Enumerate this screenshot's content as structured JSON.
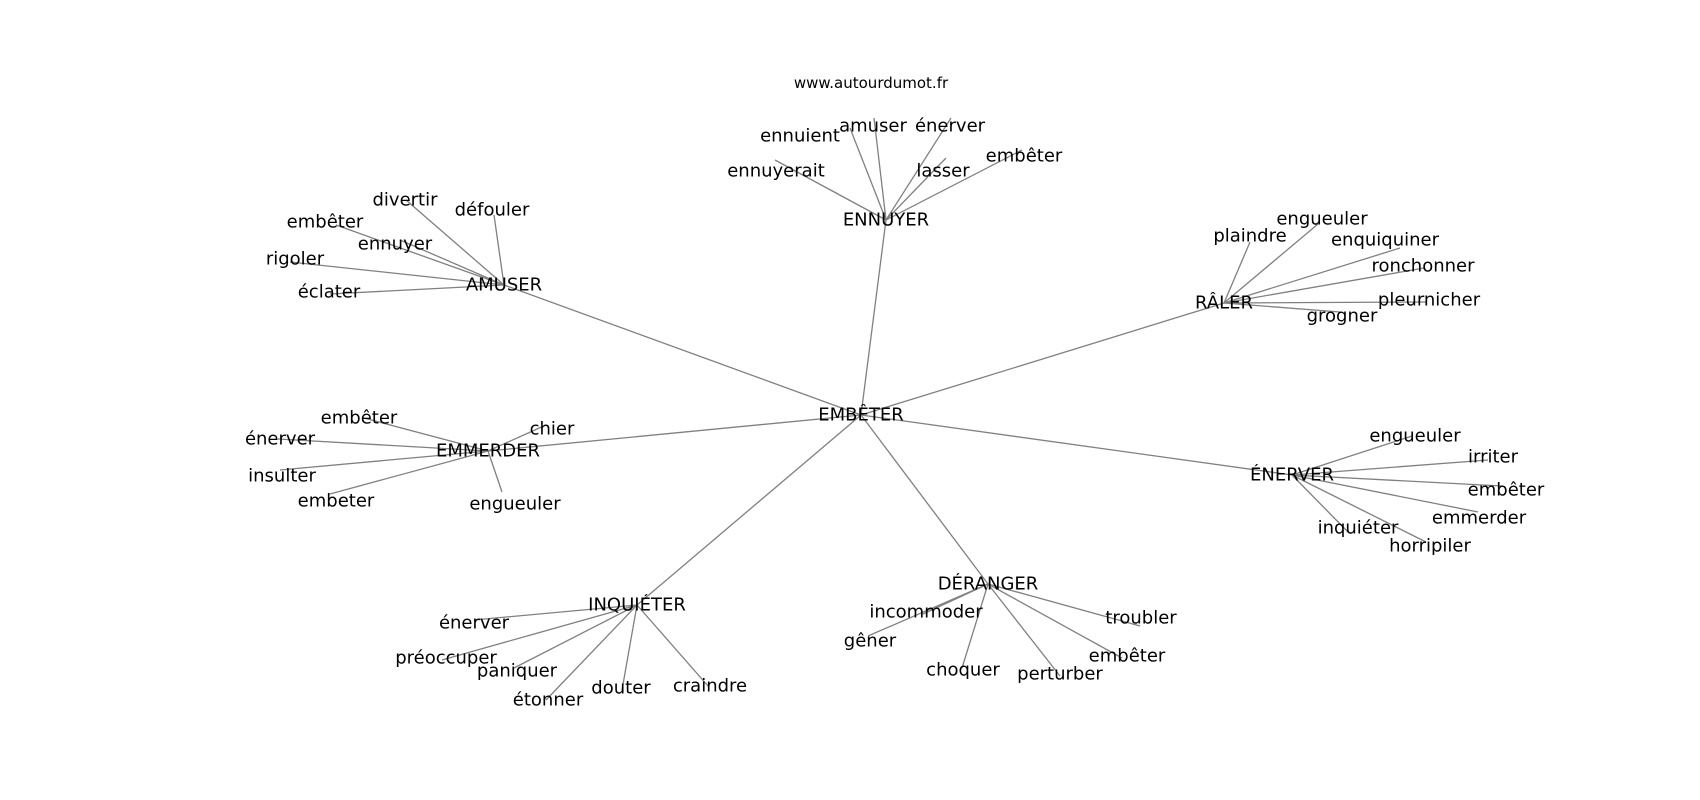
{
  "source": "www.autourdumot.fr",
  "center": "EMBÊTER",
  "hubs": [
    {
      "id": "ennuyer",
      "label": "ENNUYER",
      "leaves": [
        "ennuient",
        "amuser",
        "énerver",
        "ennuyerait",
        "lasser",
        "embêter"
      ]
    },
    {
      "id": "amuser",
      "label": "AMUSER",
      "leaves": [
        "divertir",
        "défouler",
        "embêter",
        "ennuyer",
        "rigoler",
        "éclater"
      ]
    },
    {
      "id": "raler",
      "label": "RÂLER",
      "leaves": [
        "engueuler",
        "plaindre",
        "enquiquiner",
        "ronchonner",
        "pleurnicher",
        "grogner"
      ]
    },
    {
      "id": "emmerder",
      "label": "EMMERDER",
      "leaves": [
        "embêter",
        "chier",
        "énerver",
        "insulter",
        "embeter",
        "engueuler"
      ]
    },
    {
      "id": "enerver",
      "label": "ÉNERVER",
      "leaves": [
        "engueuler",
        "irriter",
        "embêter",
        "emmerder",
        "inquiéter",
        "horripiler"
      ]
    },
    {
      "id": "inquieter",
      "label": "INQUIÉTER",
      "leaves": [
        "énerver",
        "préoccuper",
        "paniquer",
        "étonner",
        "douter",
        "craindre"
      ]
    },
    {
      "id": "deranger",
      "label": "DÉRANGER",
      "leaves": [
        "incommoder",
        "gêner",
        "troubler",
        "embêter",
        "choquer",
        "perturber"
      ]
    }
  ]
}
